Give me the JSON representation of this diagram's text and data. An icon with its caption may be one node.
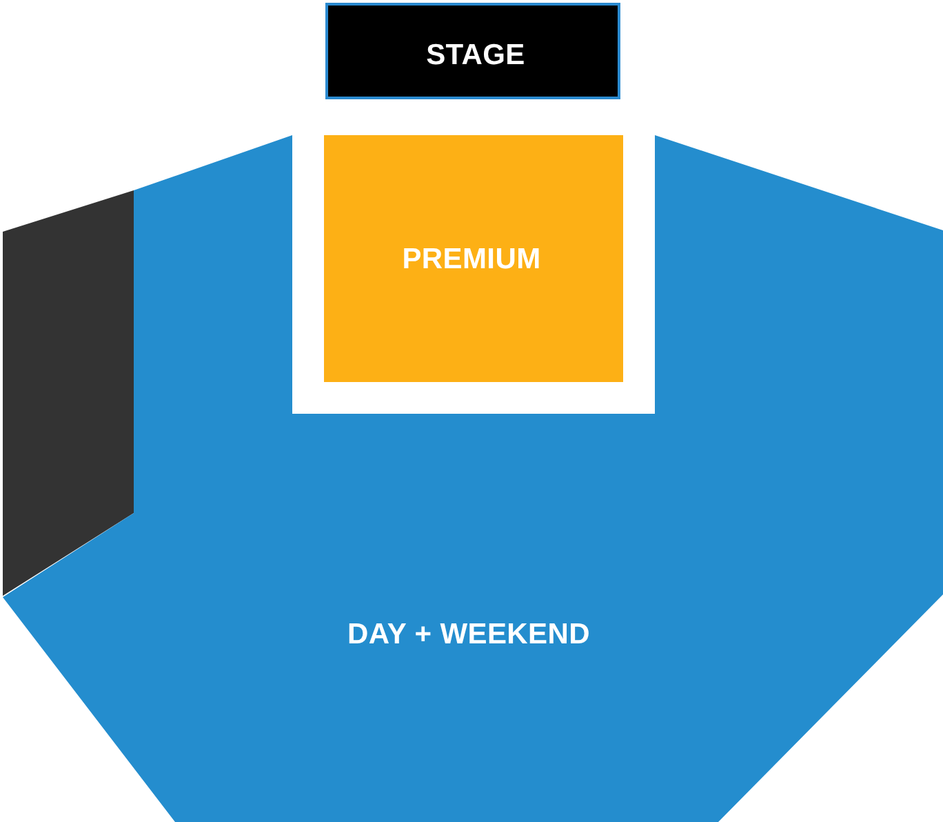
{
  "diagram": {
    "nodes": [
      {
        "text": [
          "STAGE"
        ]
      },
      {
        "text": [
          "PREMIUM"
        ]
      },
      {
        "text": [],
        "shape": "box"
      },
      {
        "text": [
          "DAY + WEEKEND"
        ]
      }
    ]
  }
}
